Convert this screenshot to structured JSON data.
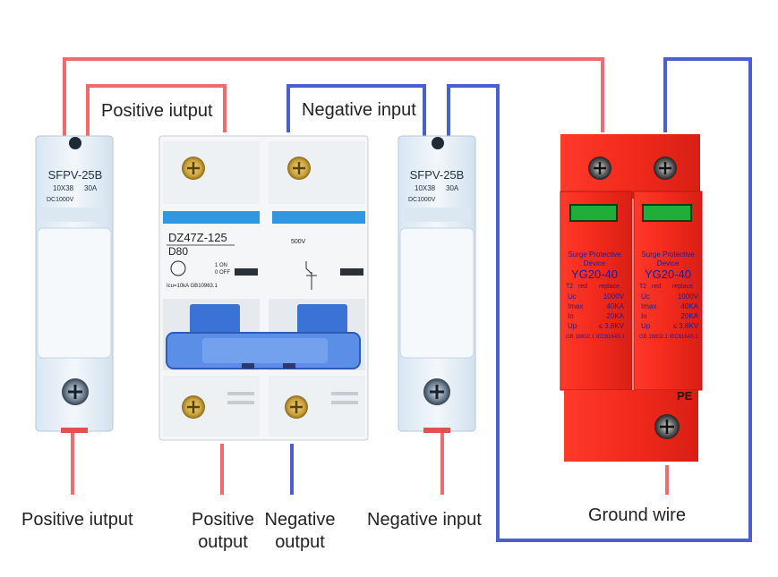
{
  "labels": {
    "top_positive": "Positive iutput",
    "top_negative": "Negative input",
    "bottom_positive_left": "Positive iutput",
    "bottom_positive_output_1": "Positive",
    "bottom_positive_output_2": "output",
    "bottom_negative_output_1": "Negative",
    "bottom_negative_output_2": "output",
    "bottom_negative_input": "Negative input",
    "ground_wire": "Ground wire"
  },
  "fuse_left": {
    "model": "SFPV-25B",
    "size": "10X38",
    "rating": "30A",
    "voltage": "DC1000V"
  },
  "fuse_right": {
    "model": "SFPV-25B",
    "size": "10X38",
    "rating": "30A",
    "voltage": "DC1000V"
  },
  "breaker": {
    "model": "DZ47Z-125",
    "curve": "D80",
    "on": "1 ON",
    "off": "0 OFF",
    "voltage": "500V",
    "spec": "Icu=10kA GB10963.1"
  },
  "spd": {
    "title_1": "Surge Protective",
    "title_2": "Device",
    "model": "YG20-40",
    "tag": "T2",
    "tag2": "red",
    "replace": "replace",
    "uc_label": "Uc",
    "uc_value": "1000V",
    "imax_label": "Imax",
    "imax_value": "40KA",
    "in_label": "In",
    "in_value": "20KA",
    "up_label": "Up",
    "up_value": "≤ 3.8KV",
    "standard": "GB 18802.1 IEC61643-1",
    "pe": "PE"
  },
  "colors": {
    "positive_wire": "#f06b6b",
    "negative_wire": "#4a5fd0",
    "spd_body": "#f12b1e",
    "breaker_handle": "#3b72d6",
    "breaker_band": "#2f98e0",
    "module_body": "#e9f1f8",
    "indicator": "#1fae3a"
  }
}
